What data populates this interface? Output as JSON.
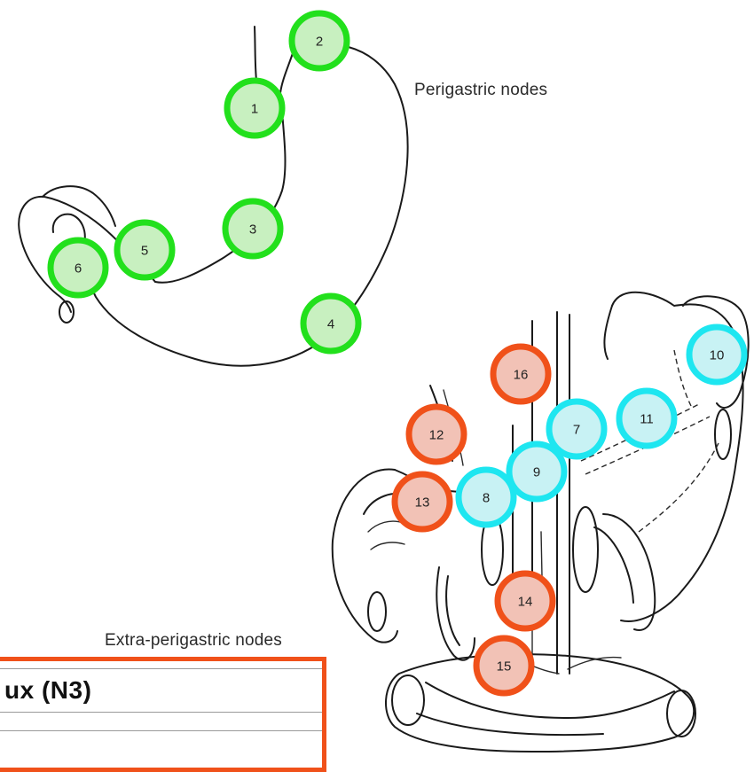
{
  "labels": {
    "perigastric": "Perigastric nodes",
    "extra_perigastric": "Extra-perigastric nodes"
  },
  "legend": {
    "text": "ux (N3)",
    "border_color": "#f0511a"
  },
  "colors": {
    "perigastric_ring": "#22e01c",
    "perigastric_fill": "#c8f0c0",
    "n2_ring": "#1ee6f0",
    "n2_fill": "#c8f2f4",
    "n3_ring": "#f0511a",
    "n3_fill": "#f2c2b6"
  },
  "nodes": [
    {
      "id": "1",
      "group": "perigastric"
    },
    {
      "id": "2",
      "group": "perigastric"
    },
    {
      "id": "3",
      "group": "perigastric"
    },
    {
      "id": "4",
      "group": "perigastric"
    },
    {
      "id": "5",
      "group": "perigastric"
    },
    {
      "id": "6",
      "group": "perigastric"
    },
    {
      "id": "7",
      "group": "n2"
    },
    {
      "id": "8",
      "group": "n2"
    },
    {
      "id": "9",
      "group": "n2"
    },
    {
      "id": "10",
      "group": "n2"
    },
    {
      "id": "11",
      "group": "n2"
    },
    {
      "id": "12",
      "group": "n3"
    },
    {
      "id": "13",
      "group": "n3"
    },
    {
      "id": "14",
      "group": "n3"
    },
    {
      "id": "15",
      "group": "n3"
    },
    {
      "id": "16",
      "group": "n3"
    }
  ]
}
